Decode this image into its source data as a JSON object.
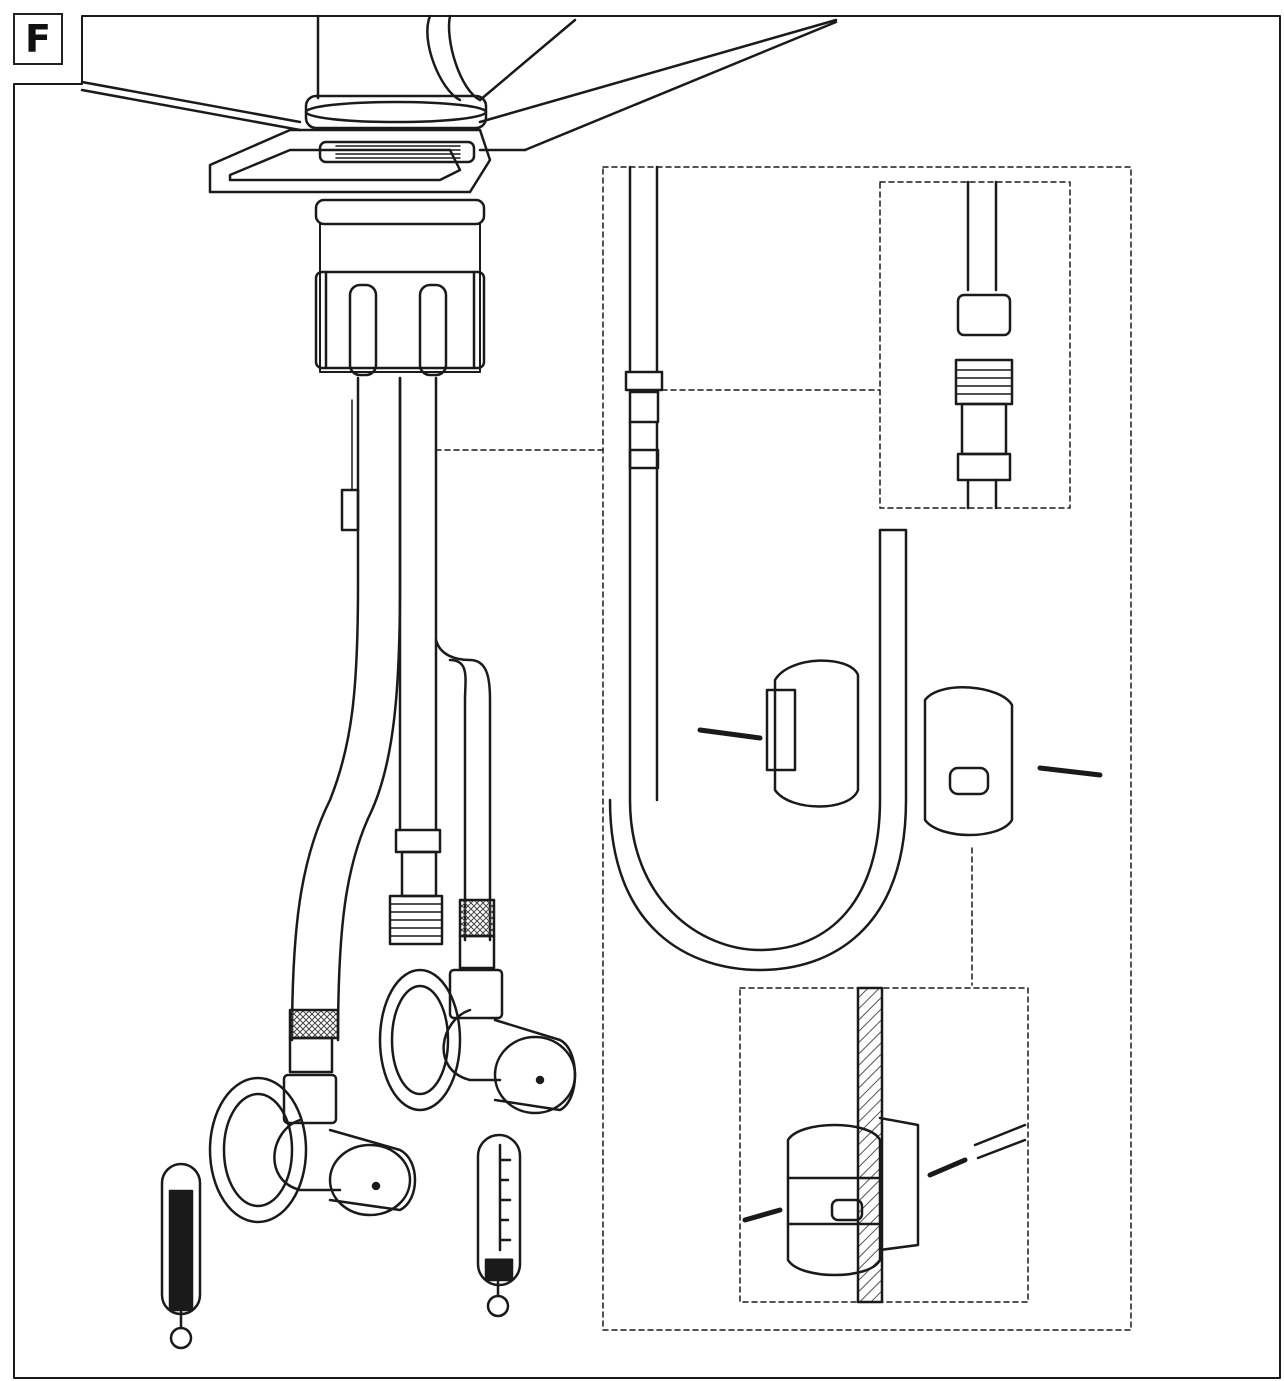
{
  "step": {
    "letter": "F"
  },
  "thermometers": [
    {
      "id": "hot",
      "fill_level": 0.85
    },
    {
      "id": "cold",
      "fill_level": 0.15
    }
  ],
  "colors": {
    "line": "#1a1a1a",
    "background": "#ffffff",
    "hatch": "#555555"
  }
}
